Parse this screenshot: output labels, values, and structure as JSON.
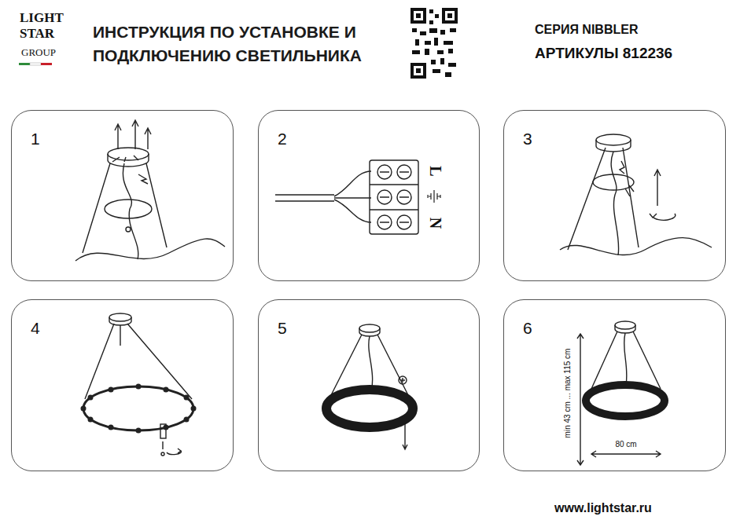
{
  "diagram": {
    "title": "ИНСТРУКЦИЯ ПО УСТАНОВКЕ И ПОДКЛЮЧЕНИЮ СВЕТИЛЬНИКА",
    "nodes": [
      {
        "text": [
          "1"
        ]
      },
      {
        "text": [
          "2"
        ]
      },
      {
        "text": [
          "3"
        ]
      },
      {
        "text": [
          "4"
        ]
      },
      {
        "text": [
          "5"
        ]
      },
      {
        "text": [
          "6"
        ]
      }
    ],
    "labels": [
      "LIGHT",
      "STAR",
      "GROUP",
      "СЕРИЯ NIBBLER",
      "АРТИКУЛЫ 812236",
      "L",
      "N",
      "min 43 cm ... max 115 cm",
      "80 cm",
      "www.lightstar.ru"
    ]
  }
}
